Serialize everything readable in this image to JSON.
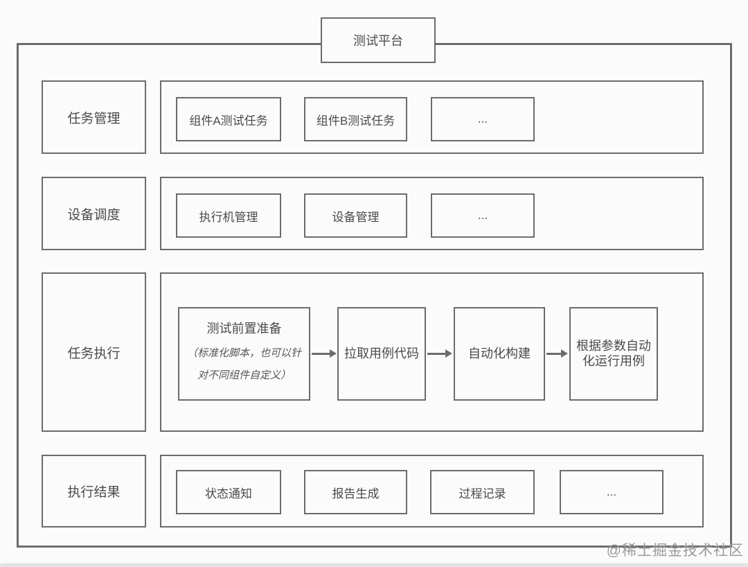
{
  "diagram": {
    "title": "测试平台",
    "watermark": "@稀土掘金技术社区",
    "rows": [
      {
        "label": "任务管理",
        "items": [
          "组件A测试任务",
          "组件B测试任务",
          "..."
        ]
      },
      {
        "label": "设备调度",
        "items": [
          "执行机管理",
          "设备管理",
          "..."
        ]
      },
      {
        "label": "任务执行",
        "flow": [
          {
            "title": "测试前置准备",
            "note": "（标准化脚本，也可以针对不同组件自定义）"
          },
          {
            "title": "拉取用例代码"
          },
          {
            "title": "自动化构建"
          },
          {
            "title": "根据参数自动化运行用例"
          }
        ]
      },
      {
        "label": "执行结果",
        "items": [
          "状态通知",
          "报告生成",
          "过程记录",
          "..."
        ]
      }
    ],
    "colors": {
      "border": "#6b6b6b",
      "text": "#4a4a4a",
      "background": "#fbfbfb",
      "watermark": "#9a9a9a"
    }
  }
}
